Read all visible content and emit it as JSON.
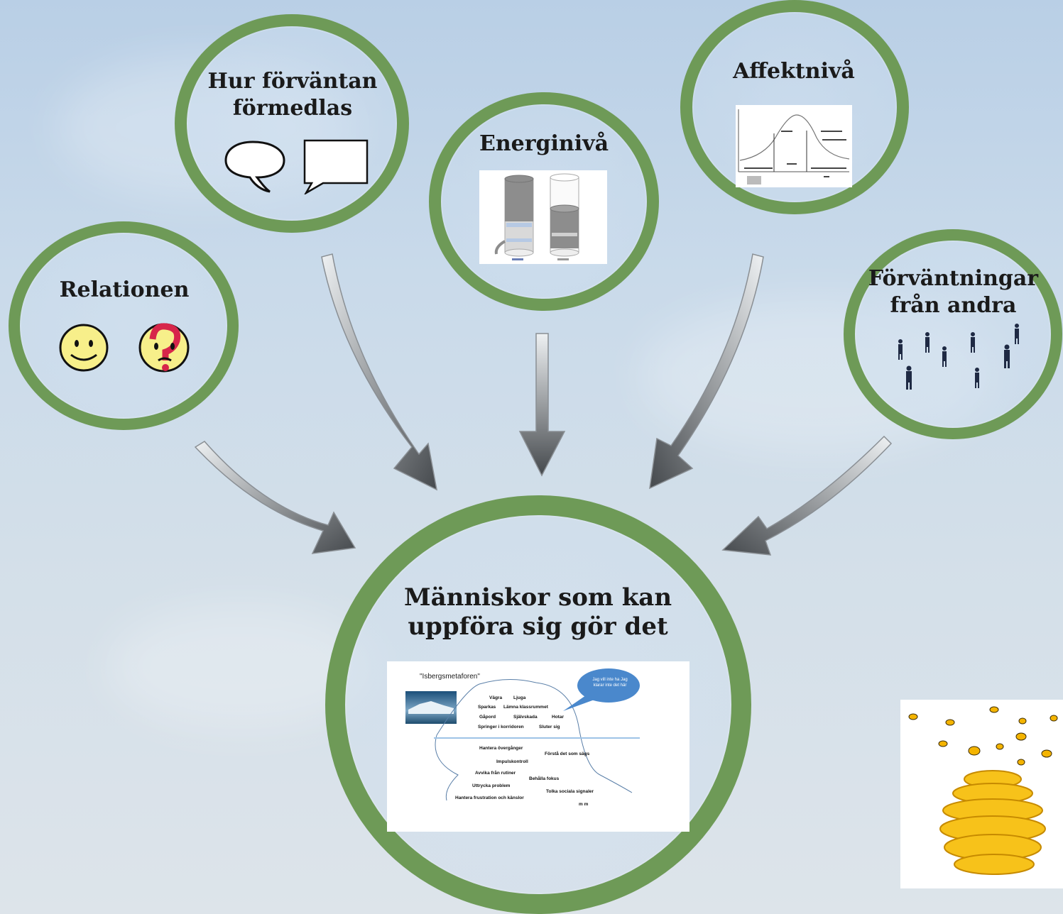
{
  "nodes": {
    "relationen": {
      "title": "Relationen"
    },
    "hur": {
      "title_line1": "Hur förväntan",
      "title_line2": "förmedlas"
    },
    "energi": {
      "title": "Energinivå"
    },
    "affekt": {
      "title": "Affektnivå"
    },
    "forvantningar": {
      "title_line1": "Förväntningar",
      "title_line2": "från andra"
    },
    "center": {
      "title_line1": "Människor som kan",
      "title_line2": "uppföra sig gör det"
    }
  },
  "iceberg": {
    "heading": "\"Isbergsmetaforen\"",
    "bubble": "Jag vill inte ha Jag klarar inte det här",
    "above": [
      "Vägra",
      "Ljuga",
      "Sparkas",
      "Lämna klassrummet",
      "Gåpord",
      "Självskada",
      "Hotar",
      "Springer i korridoren",
      "Sluter sig"
    ],
    "below": [
      "Hantera övergånger",
      "Förstå det som sägs",
      "Impulskontroll",
      "Avvika från rutiner",
      "Behålla fokus",
      "Uttrycka problem",
      "Tolka sociala signaler",
      "Hantera frustration och känslor",
      "m m"
    ]
  },
  "colors": {
    "ring": "#6e9a57",
    "arrow_dark": "#4a4e52",
    "arrow_light": "#e8ecef"
  },
  "icons": [
    "speech-bubble-icon",
    "smiley-icon",
    "question-face-icon",
    "people-icon",
    "beehive-icon"
  ]
}
